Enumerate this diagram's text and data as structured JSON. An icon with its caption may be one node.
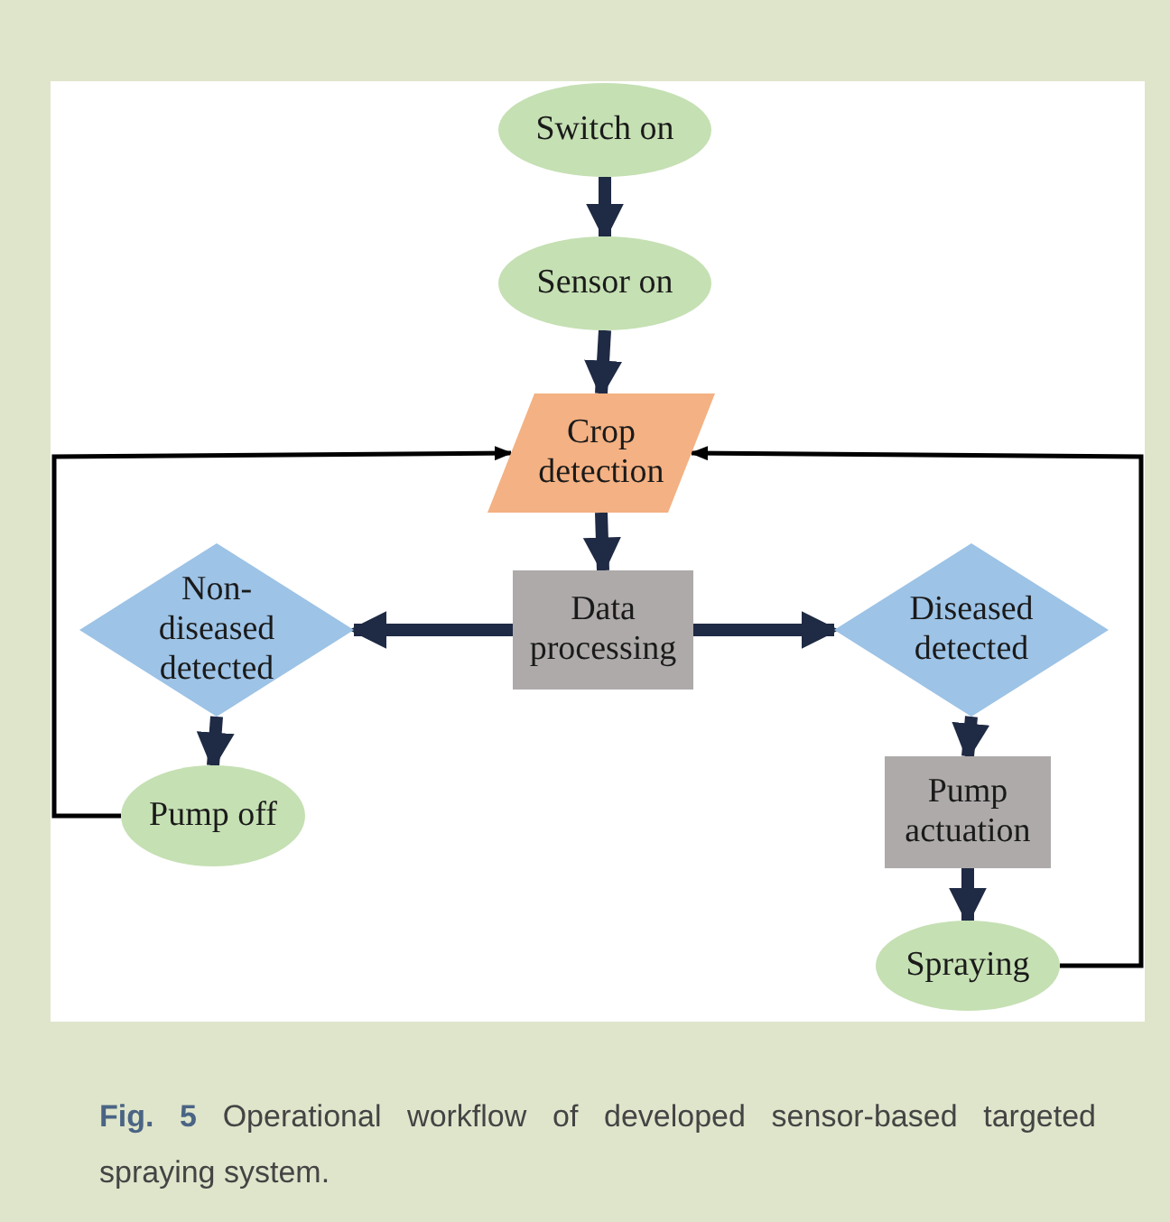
{
  "diagram": {
    "nodes": [
      {
        "text": [
          "Switch on"
        ]
      },
      {
        "text": [
          "Sensor on"
        ]
      },
      {
        "text": [
          "Crop detection"
        ]
      },
      {
        "text": [
          "Data processing"
        ]
      },
      {
        "text": [
          "Non-diseased detected"
        ]
      },
      {
        "text": [
          "Diseased detected"
        ]
      },
      {
        "text": [
          "Pump off"
        ]
      },
      {
        "text": [
          "Pump actuation"
        ]
      },
      {
        "text": [
          "Spraying"
        ]
      }
    ],
    "edges": [
      {
        "from": 0,
        "to": 1,
        "arrow": "to"
      },
      {
        "from": 1,
        "to": 2,
        "arrow": "to"
      },
      {
        "from": 2,
        "to": 3,
        "arrow": "to"
      },
      {
        "from": 3,
        "to": 4,
        "arrow": "to"
      },
      {
        "from": 3,
        "to": 5,
        "arrow": "to"
      },
      {
        "from": 4,
        "to": 6,
        "arrow": "to"
      },
      {
        "from": 5,
        "to": 7,
        "arrow": "to"
      },
      {
        "from": 7,
        "to": 8,
        "arrow": "to"
      },
      {
        "from": 6,
        "to": 2,
        "arrow": "to",
        "color": "#000000"
      },
      {
        "from": 8,
        "to": 2,
        "arrow": "to",
        "color": "#000000"
      }
    ],
    "caption": "**Fig. 5** Operational workflow of developed sensor-based targeted spraying system."
  }
}
